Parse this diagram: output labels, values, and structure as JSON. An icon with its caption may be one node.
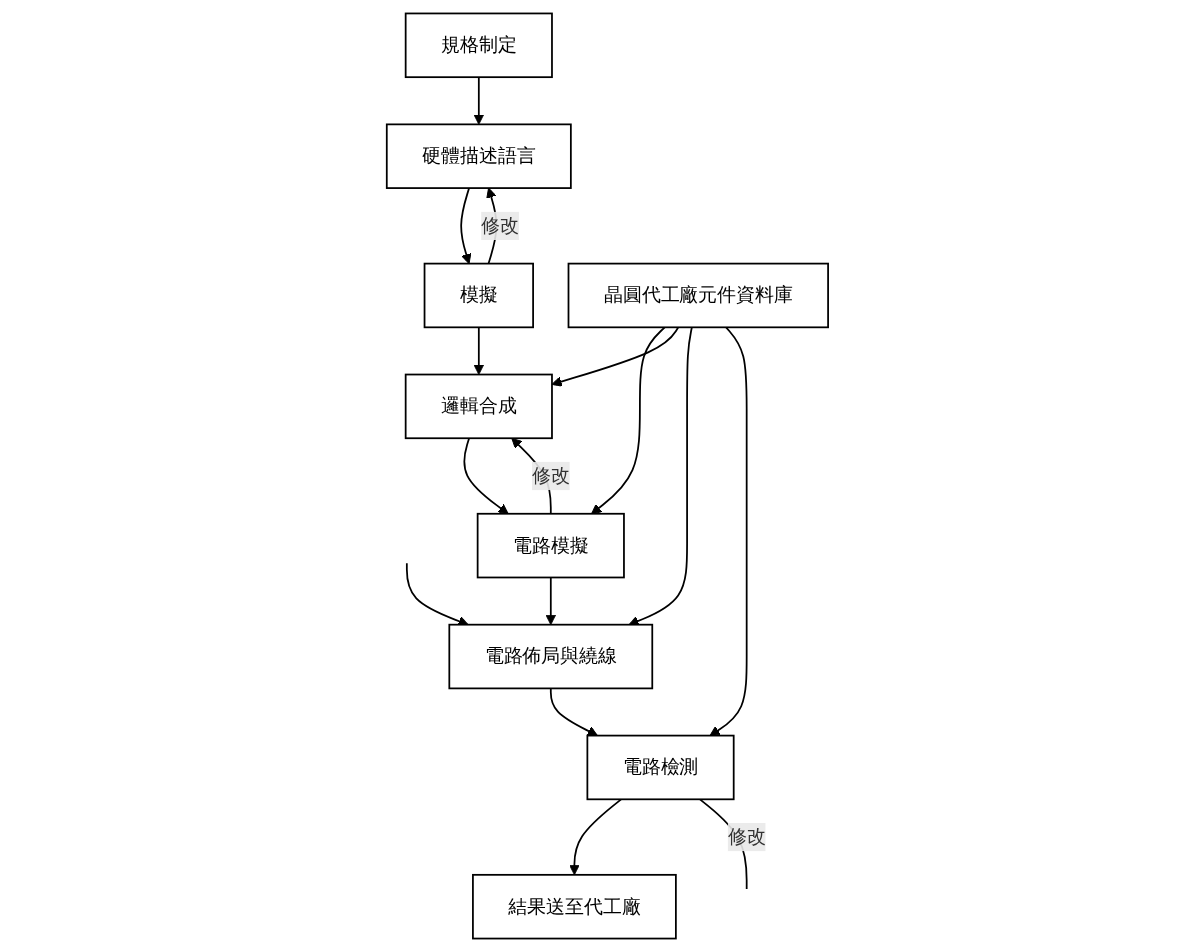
{
  "diagram": {
    "nodes": [
      {
        "text": [
          "規格制定"
        ]
      },
      {
        "text": [
          "硬體描述語言"
        ]
      },
      {
        "text": [
          "電路模擬"
        ]
      },
      {
        "text": [
          "邏輯合成"
        ]
      },
      {
        "text": [
          "模擬"
        ]
      },
      {
        "text": [
          "晶圓代工廠元件資料庫"
        ]
      },
      {
        "text": [
          "電路佈局與繞線"
        ]
      },
      {
        "text": [
          "電路檢測"
        ]
      },
      {
        "text": [
          "結果送至代工廠"
        ]
      }
    ],
    "edges": [
      {
        "from": 0,
        "to": 1,
        "arrow": "to"
      },
      {
        "from": 1,
        "to": 4,
        "arrow": "to"
      },
      {
        "from": 4,
        "to": 1,
        "arrow": "to",
        "label": "修改"
      },
      {
        "from": 4,
        "to": 3,
        "arrow": "to"
      },
      {
        "from": 3,
        "to": 2,
        "arrow": "to"
      },
      {
        "from": 2,
        "to": 3,
        "arrow": "to",
        "label": "修改"
      },
      {
        "from": 5,
        "to": 2,
        "arrow": "to"
      },
      {
        "from": 5,
        "to": 3,
        "arrow": "to"
      },
      {
        "from": 5,
        "to": 6,
        "arrow": "to"
      },
      {
        "from": 5,
        "to": 7,
        "arrow": "to"
      },
      {
        "from": 2,
        "to": 6,
        "arrow": "to"
      },
      {
        "from": 6,
        "to": 7,
        "arrow": "to"
      },
      {
        "from": 7,
        "to": 8,
        "arrow": "to"
      },
      {
        "from": null,
        "to": 6,
        "arrow": "to"
      },
      {
        "from": 7,
        "to": null,
        "arrow": "none",
        "label": "修改"
      }
    ]
  }
}
